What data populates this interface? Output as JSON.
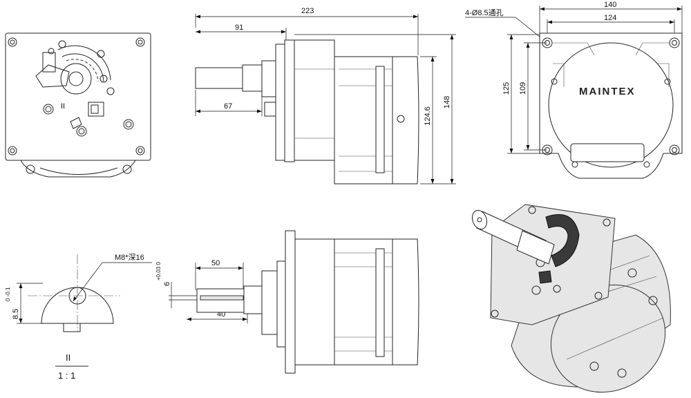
{
  "dimensions": {
    "overall_length": "223",
    "flange_to_shaft": "91",
    "shaft_length_top": "67",
    "housing_height": "124.6",
    "flange_height": "148",
    "flange_width": "140",
    "bolt_spacing_w": "124",
    "flange_height_right": "125",
    "bolt_spacing_h": "109",
    "hole_note": "4-Ø8.5通孔",
    "tap_note": "M8*深16",
    "key_length": "50",
    "key_offset": "40",
    "key_width": "6",
    "key_width_tol": "+0.03 0",
    "shaft_flat": "8.5",
    "shaft_flat_tol": "0 -0.1",
    "section_label": "II",
    "section_label_top": "II",
    "scale": "1 : 1"
  },
  "brand": "MAINTEX"
}
